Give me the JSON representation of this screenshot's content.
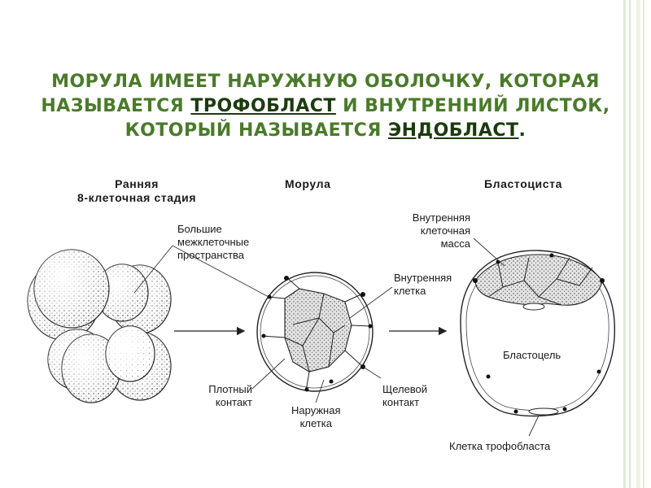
{
  "title": {
    "part1": "МОРУЛА ИМЕЕТ НАРУЖНУЮ ОБОЛОЧКУ, КОТОРАЯ НАЗЫВАЕТСЯ ",
    "term1": "ТРОФОБЛАСТ",
    "part2": " И ВНУТРЕННИЙ ЛИСТОК, КОТОРЫЙ НАЗЫВАЕТСЯ ",
    "term2": "ЭНДОБЛАСТ",
    "end": "."
  },
  "stages": {
    "early": "Ранняя\n8-клеточная стадия",
    "morula": "Морула",
    "blastocyst": "Бластоциста"
  },
  "labels": {
    "large_spaces": "Большие\nмежклеточные\nпространства",
    "tight_junction": "Плотный\nконтакт",
    "outer_cell": "Наружная\nклетка",
    "gap_junction": "Щелевой\nконтакт",
    "inner_cell": "Внутренняя\nклетка",
    "inner_cell_mass": "Внутренняя\nклеточная\nмасса",
    "blastocoel": "Бластоцель",
    "trophoblast_cell": "Клетка трофобласта"
  }
}
